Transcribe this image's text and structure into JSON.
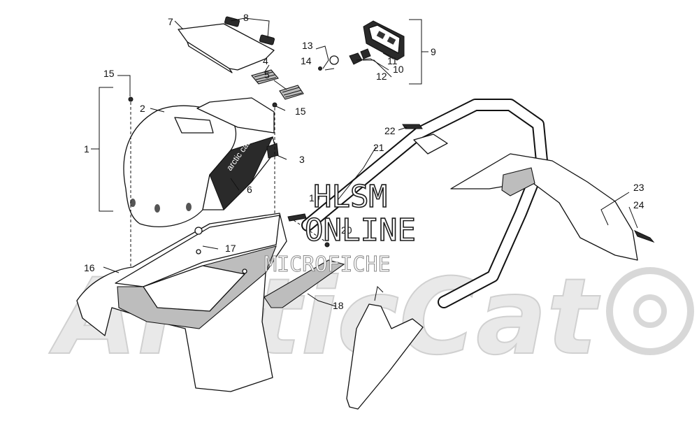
{
  "diagram": {
    "callouts": [
      {
        "id": "c1",
        "label": "1"
      },
      {
        "id": "c2",
        "label": "2"
      },
      {
        "id": "c3",
        "label": "3"
      },
      {
        "id": "c4",
        "label": "4"
      },
      {
        "id": "c5",
        "label": "5"
      },
      {
        "id": "c6",
        "label": "6"
      },
      {
        "id": "c7",
        "label": "7"
      },
      {
        "id": "c8",
        "label": "8"
      },
      {
        "id": "c9",
        "label": "9"
      },
      {
        "id": "c10",
        "label": "10"
      },
      {
        "id": "c11",
        "label": "11"
      },
      {
        "id": "c12",
        "label": "12"
      },
      {
        "id": "c13",
        "label": "13"
      },
      {
        "id": "c14",
        "label": "14"
      },
      {
        "id": "c15a",
        "label": "15"
      },
      {
        "id": "c15b",
        "label": "15"
      },
      {
        "id": "c16",
        "label": "16"
      },
      {
        "id": "c17",
        "label": "17"
      },
      {
        "id": "c18",
        "label": "18"
      },
      {
        "id": "c19",
        "label": "19"
      },
      {
        "id": "c20",
        "label": "20"
      },
      {
        "id": "c21",
        "label": "21"
      },
      {
        "id": "c22",
        "label": "22"
      },
      {
        "id": "c23",
        "label": "23"
      },
      {
        "id": "c24",
        "label": "24"
      }
    ]
  },
  "watermark": {
    "line1": "HLSM",
    "line2": "ONLINE",
    "line3": "MICROFICHE",
    "logo_text": "ArcticCat"
  },
  "seat_decal_text": "arctic cat"
}
